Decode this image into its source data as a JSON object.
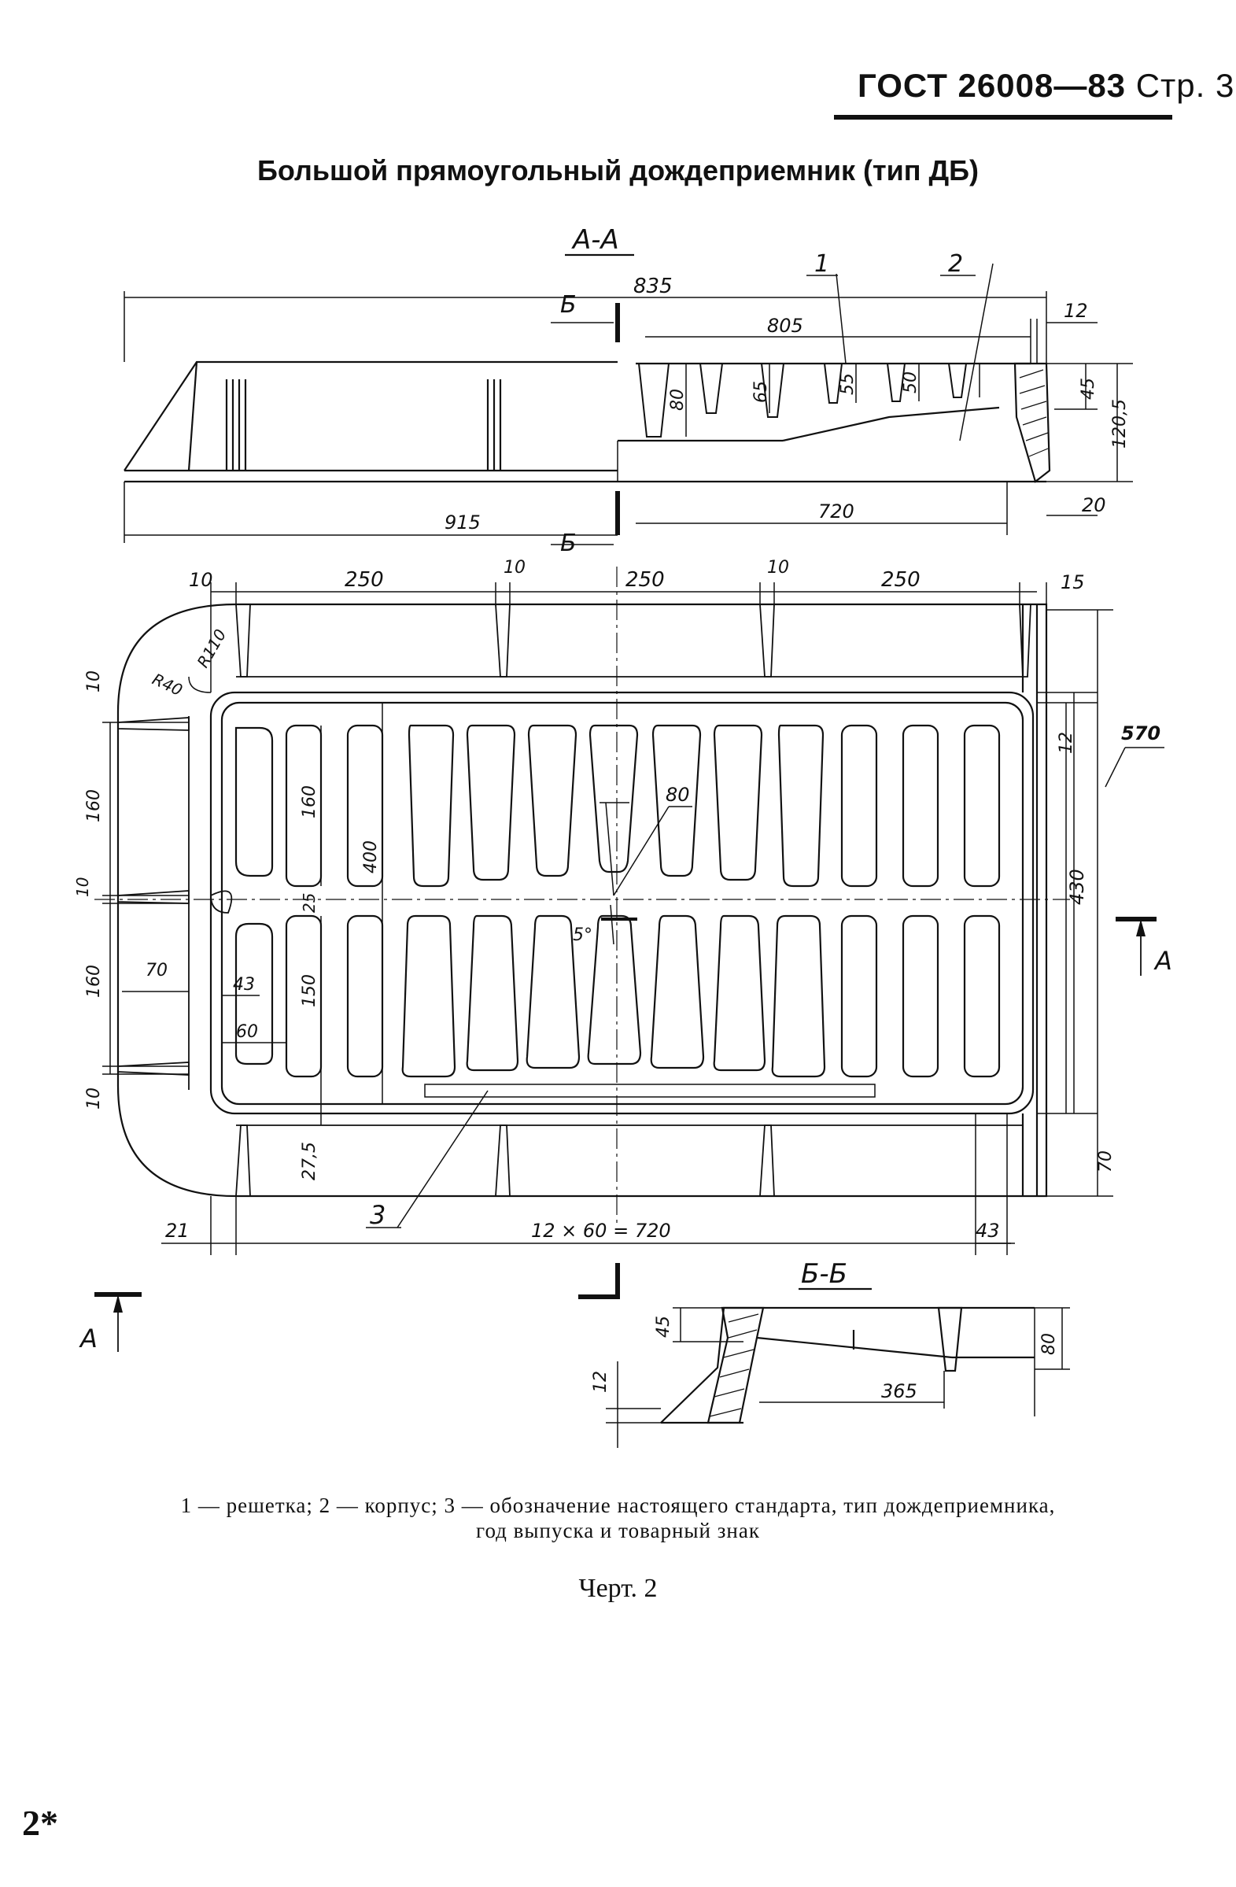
{
  "header": {
    "standard": "ГОСТ 26008—83",
    "page": "Стр. 3"
  },
  "title": "Большой прямоугольный дождеприемник (тип ДБ)",
  "views": {
    "section_aa": "А-А",
    "section_bb": "Б-Б",
    "cut_b": "Б",
    "cut_a": "А"
  },
  "callouts": {
    "grate": "1",
    "body": "2",
    "marking": "3"
  },
  "dimensions": {
    "d835": "835",
    "d805": "805",
    "d12a": "12",
    "d45": "45",
    "d120_5": "120,5",
    "d80": "80",
    "d65": "65",
    "d55": "55",
    "d50": "50",
    "d915": "915",
    "d720a": "720",
    "d20": "20",
    "d10a": "10",
    "d250a": "250",
    "d10b": "10",
    "d250b": "250",
    "d10c": "10",
    "d250c": "250",
    "d15": "15",
    "r110": "R110",
    "r40": "R40",
    "d570": "570",
    "d12b": "12",
    "d430": "430",
    "d70a": "70",
    "d10l1": "10",
    "d160l1": "160",
    "d10l2": "10",
    "d160l2": "160",
    "d10l3": "10",
    "d70l": "70",
    "d43": "43",
    "d60": "60",
    "d160i": "160",
    "d400": "400",
    "d25": "25",
    "d150": "150",
    "d27_5": "27,5",
    "d80c": "80",
    "d5deg": "5°",
    "d21": "21",
    "d12x60": "12 × 60 = 720",
    "d43b": "43",
    "bb45": "45",
    "bb12": "12",
    "bb80": "80",
    "bb365": "365"
  },
  "caption": {
    "line1": "1 — решетка;  2 — корпус;  3 — обозначение настоящего стандарта, тип дождеприемника,",
    "line2": "год выпуска и товарный знак"
  },
  "figure_label": "Черт. 2",
  "page_mark": "2*"
}
